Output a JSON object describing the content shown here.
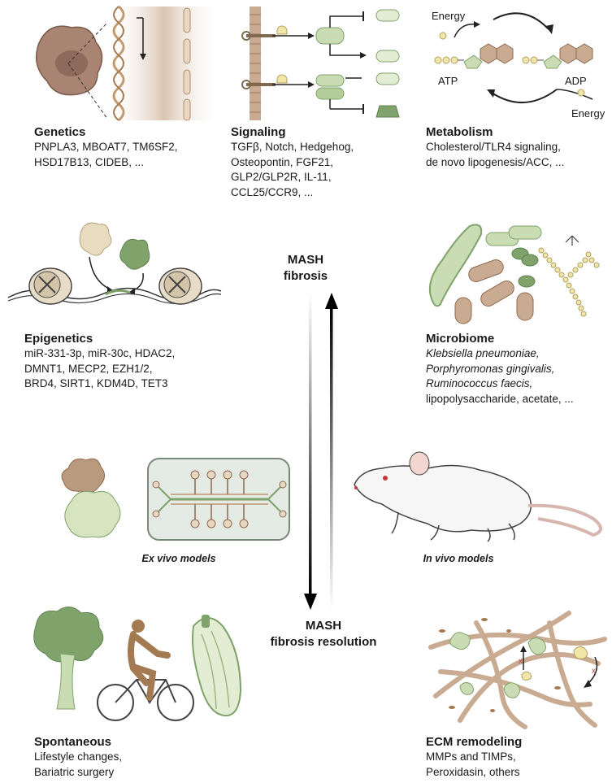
{
  "genetics": {
    "title": "Genetics",
    "lines": [
      "PNPLA3, MBOAT7, TM6SF2,",
      "HSD17B13, CIDEB, ..."
    ]
  },
  "signaling": {
    "title": "Signaling",
    "lines": [
      "TGFβ, Notch, Hedgehog,",
      "Osteopontin, FGF21,",
      "GLP2/GLP2R, IL-11,",
      "CCL25/CCR9, ..."
    ]
  },
  "metabolism": {
    "title": "Metabolism",
    "lines": [
      "Cholesterol/TLR4 signaling,",
      "de novo lipogenesis/ACC, ..."
    ],
    "atp_label": "ATP",
    "adp_label": "ADP",
    "energy_in_label": "Energy",
    "energy_out_label": "Energy"
  },
  "epigenetics": {
    "title": "Epigenetics",
    "lines": [
      "miR-331-3p, miR-30c, HDAC2,",
      "DMNT1, MECP2, EZH1/2,",
      "BRD4, SIRT1, KDM4D, TET3"
    ]
  },
  "microbiome": {
    "title": "Microbiome",
    "lines": [
      "Klebsiella pneumoniae,",
      "Porphyromonas gingivalis,",
      "Ruminococcus faecis,",
      "lipopolysaccharide, acetate, ..."
    ]
  },
  "center": {
    "top_line1": "MASH",
    "top_line2": "fibrosis",
    "bottom_line1": "MASH",
    "bottom_line2": "fibrosis resolution"
  },
  "models": {
    "ex_vivo": "Ex vivo models",
    "in_vivo": "In vivo models"
  },
  "spontaneous": {
    "title": "Spontaneous",
    "lines": [
      "Lifestyle changes,",
      "Bariatric surgery"
    ]
  },
  "ecm": {
    "title": "ECM remodeling",
    "lines": [
      "MMPs and TIMPs,",
      "Peroxidasin, others"
    ]
  },
  "colors": {
    "green_light": "#c9dcb4",
    "green_dark": "#7fa36a",
    "tan": "#c9ab92",
    "brown": "#8e6a4f",
    "bone": "#ebe4cf"
  }
}
